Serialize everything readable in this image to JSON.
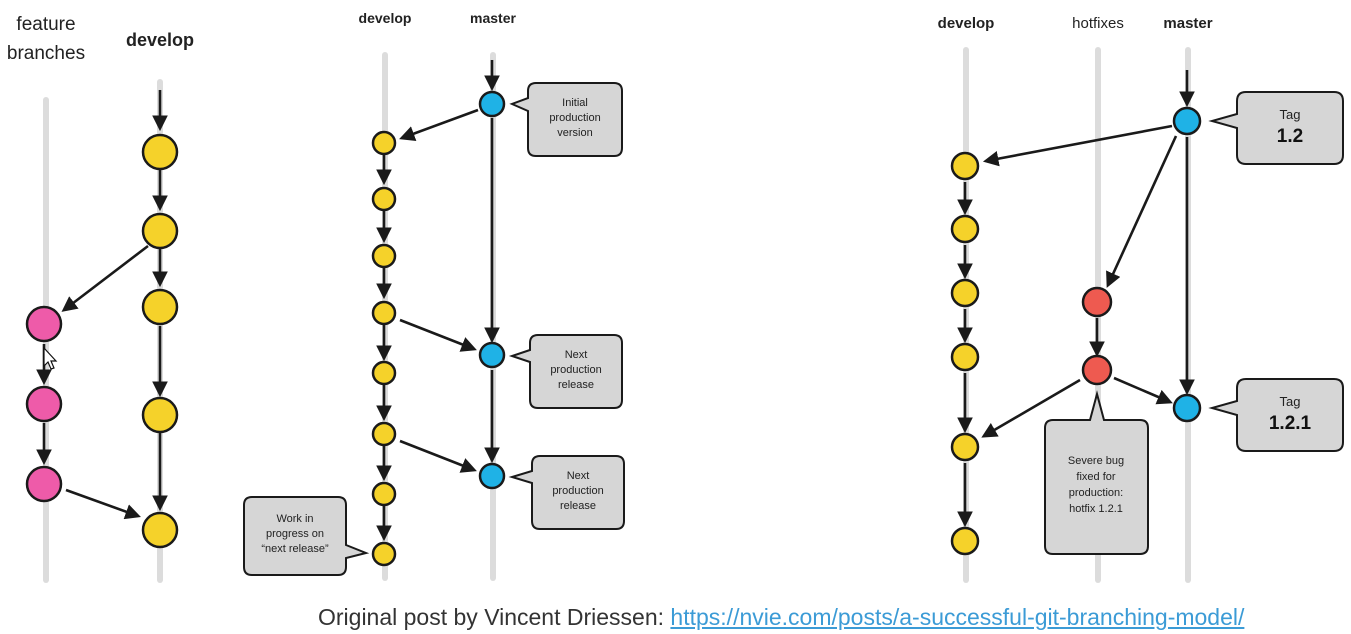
{
  "colors": {
    "develop_commit": "#f5d22a",
    "feature_commit": "#ee5ba9",
    "master_commit": "#1fb2e6",
    "hotfix_commit": "#ee5a50",
    "callout_fill": "#d6d6d6",
    "link": "#3b9bd6"
  },
  "panel1": {
    "label_feature_line1": "feature",
    "label_feature_line2": "branches",
    "label_develop": "develop"
  },
  "panel2": {
    "label_develop": "develop",
    "label_master": "master",
    "callout_initial": [
      "Initial",
      "production",
      "version"
    ],
    "callout_next1": [
      "Next",
      "production",
      "release"
    ],
    "callout_next2": [
      "Next",
      "production",
      "release"
    ],
    "callout_wip": [
      "Work in",
      "progress on",
      "“next release”"
    ]
  },
  "panel3": {
    "label_develop": "develop",
    "label_hotfixes": "hotfixes",
    "label_master": "master",
    "tag1_title": "Tag",
    "tag1_version": "1.2",
    "tag2_title": "Tag",
    "tag2_version": "1.2.1",
    "callout_bug": [
      "Severe bug",
      "fixed for",
      "production:",
      "hotfix 1.2.1"
    ]
  },
  "caption": {
    "text": "Original post by Vincent Driessen: ",
    "link": "https://nvie.com/posts/a-successful-git-branching-model/"
  }
}
